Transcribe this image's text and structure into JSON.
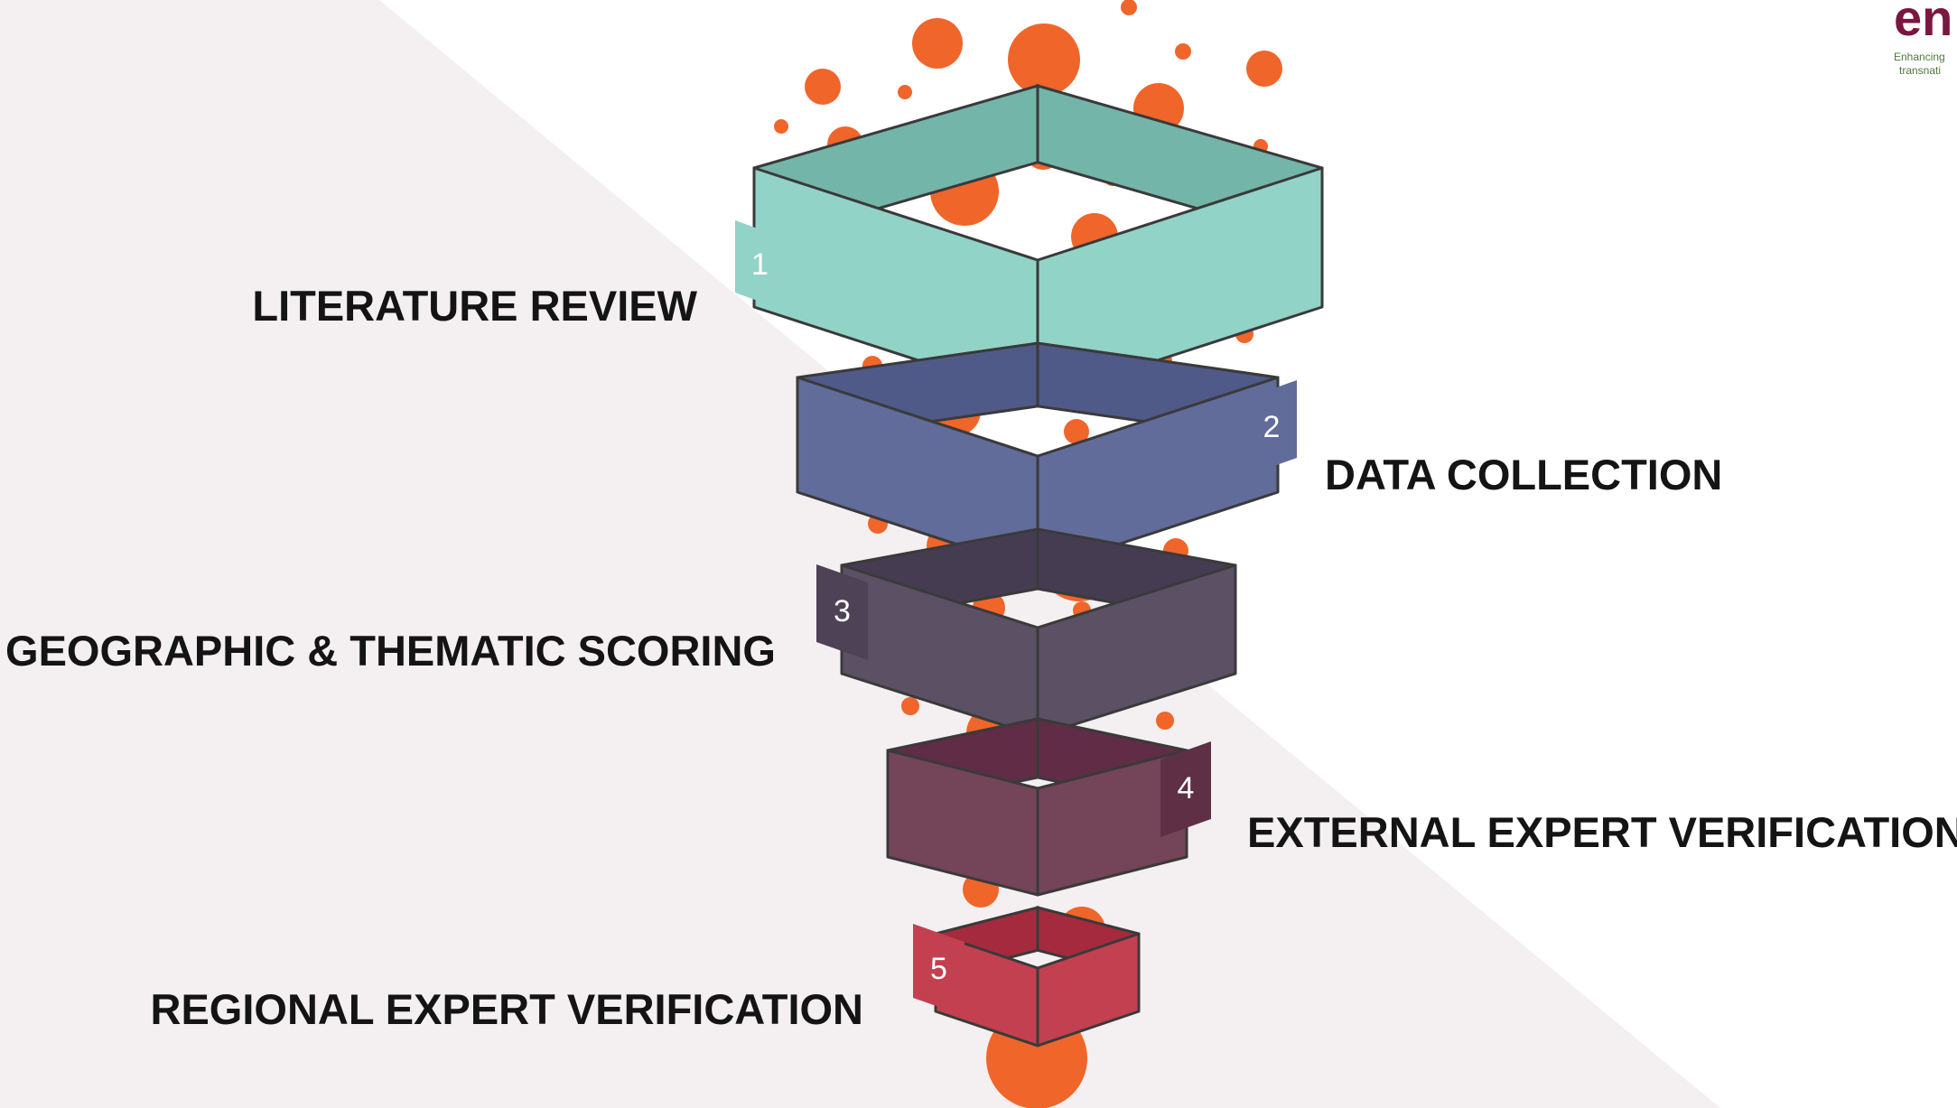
{
  "colors": {
    "background_shade": "#f4f0f1",
    "dot": "#f0652a",
    "outline": "#3a3a3a",
    "label_text": "#141414",
    "logo": "#7a1741",
    "logo_tagline": "#4d7a3a"
  },
  "steps": [
    {
      "number": "1",
      "label": "LITERATURE REVIEW",
      "color": "#92d3c8",
      "inner_color": "#74b5aa",
      "tag_color": "#92d3c8"
    },
    {
      "number": "2",
      "label": "DATA COLLECTION",
      "color": "#616c9b",
      "inner_color": "#4f5a88",
      "tag_color": "#616c9b"
    },
    {
      "number": "3",
      "label": "GEOGRAPHIC & THEMATIC SCORING",
      "color": "#5b5064",
      "inner_color": "#463c52",
      "tag_color": "#4e4257"
    },
    {
      "number": "4",
      "label": "EXTERNAL EXPERT VERIFICATION",
      "color": "#744459",
      "inner_color": "#612c46",
      "tag_color": "#5f2f46"
    },
    {
      "number": "5",
      "label": "REGIONAL EXPERT VERIFICATION",
      "color": "#c2404f",
      "inner_color": "#a62a3d",
      "tag_color": "#c2404f"
    }
  ],
  "logo": {
    "mark": "en",
    "line1": "Enhancing",
    "line2": "transnati"
  }
}
